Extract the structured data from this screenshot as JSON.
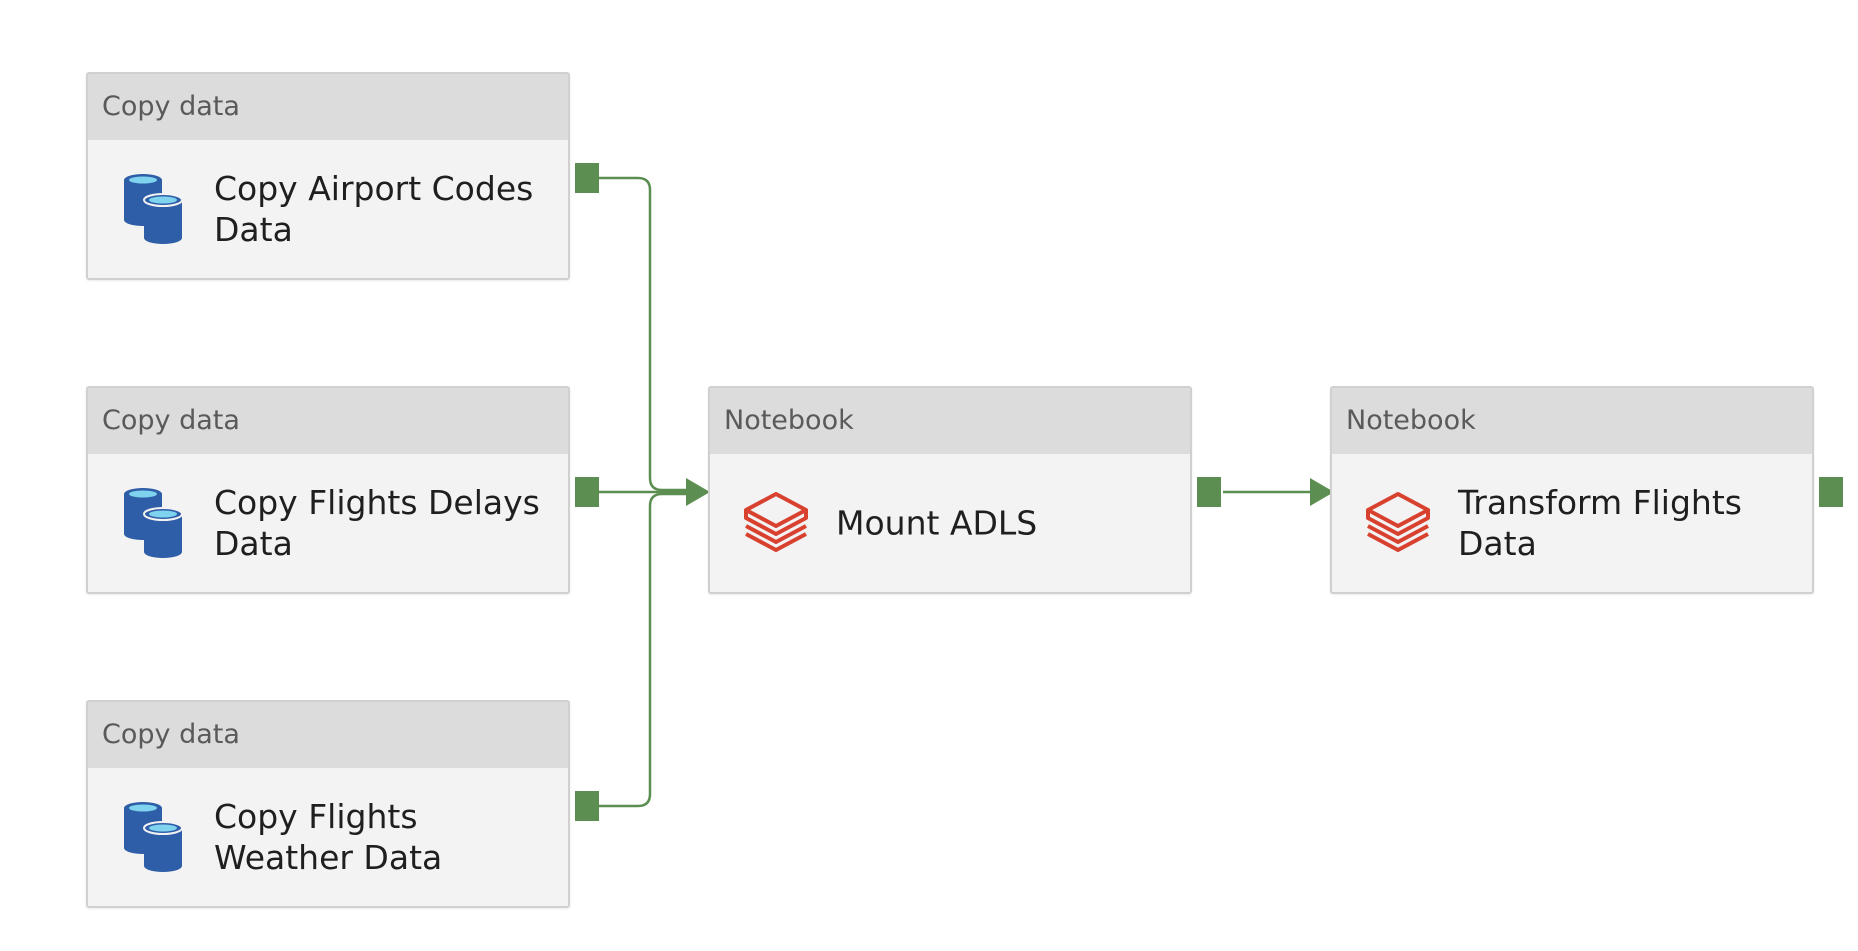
{
  "colors": {
    "connector": "#5b8e50",
    "node_border": "#d0d0d0",
    "node_header": "#dcdcdc",
    "node_body": "#f3f3f3",
    "copy_icon": "#2f5ea8",
    "copy_icon_top": "#7fd3ee",
    "notebook_icon": "#d9412f"
  },
  "activities": [
    {
      "type": "Copy data",
      "name": "Copy Airport Codes Data",
      "icon": "database-icon"
    },
    {
      "type": "Copy data",
      "name": "Copy Flights Delays Data",
      "icon": "database-icon"
    },
    {
      "type": "Copy data",
      "name": "Copy Flights Weather Data",
      "icon": "database-icon"
    },
    {
      "type": "Notebook",
      "name": "Mount ADLS",
      "icon": "databricks-notebook-icon"
    },
    {
      "type": "Notebook",
      "name": "Transform Flights Data",
      "icon": "databricks-notebook-icon"
    }
  ],
  "connections": [
    {
      "from": "Copy Airport Codes Data",
      "to": "Mount ADLS",
      "condition": "success"
    },
    {
      "from": "Copy Flights Delays Data",
      "to": "Mount ADLS",
      "condition": "success"
    },
    {
      "from": "Copy Flights Weather Data",
      "to": "Mount ADLS",
      "condition": "success"
    },
    {
      "from": "Mount ADLS",
      "to": "Transform Flights Data",
      "condition": "success"
    }
  ]
}
